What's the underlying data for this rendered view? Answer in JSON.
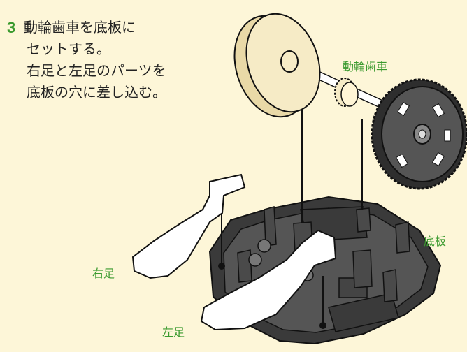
{
  "step": {
    "number": "3",
    "lines": [
      "動輪歯車を底板に",
      "セットする。",
      "右足と左足のパーツを",
      "底板の穴に差し込む。"
    ]
  },
  "labels": {
    "drive_gear": "動輪歯車",
    "base_plate": "底板",
    "right_leg": "右足",
    "left_leg": "左足"
  },
  "colors": {
    "background": "#fdf6d8",
    "accent_text": "#3a9a2e",
    "wheel_face": "#f6ebc6",
    "plastic_dark": "#3c3c3c",
    "leg_white": "#ffffff"
  }
}
